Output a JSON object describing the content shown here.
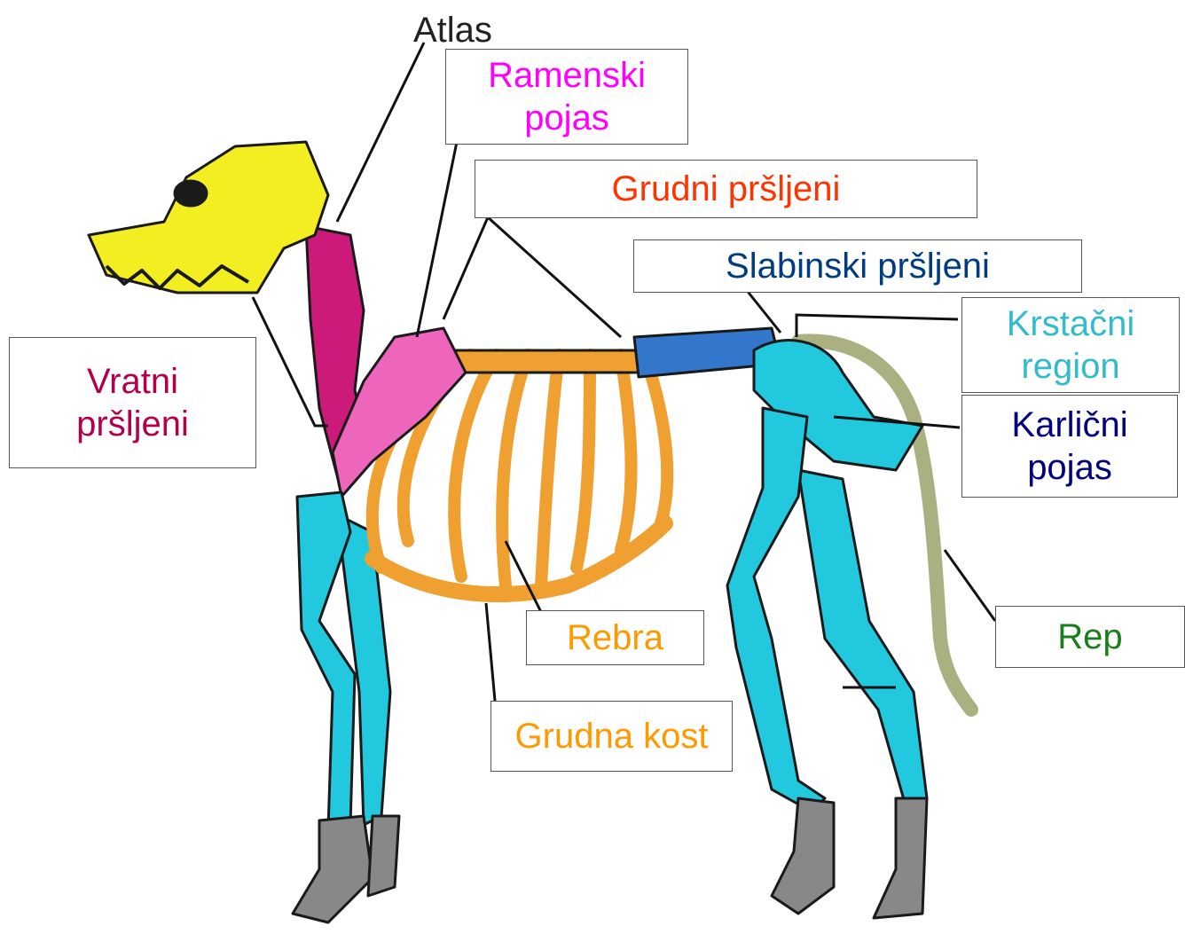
{
  "labels": {
    "atlas": {
      "text": "Atlas"
    },
    "ramenski": {
      "text": "Ramenski\npojas",
      "color": "#ff00ff"
    },
    "grudni": {
      "text": "Grudni pršljeni",
      "color": "#ff3300"
    },
    "slabinski": {
      "text": "Slabinski pršljeni",
      "color": "#003d80"
    },
    "krstacni": {
      "text": "Krstačni\nregion",
      "color": "#33bbcc"
    },
    "karlicni": {
      "text": "Karlični\npojas",
      "color": "#000080"
    },
    "vratni": {
      "text": "Vratni\npršljeni",
      "color": "#b3004d"
    },
    "rebra": {
      "text": "Rebra",
      "color": "#ff9900"
    },
    "grudna": {
      "text": "Grudna kost",
      "color": "#ff9900"
    },
    "rep": {
      "text": "Rep",
      "color": "#1a7f1a"
    }
  },
  "bone_colors": {
    "skull": "#f2ee22",
    "cervical": "#cc1a7a",
    "scapula": "#ee66bb",
    "ribs": "#f0a030",
    "lumbar": "#3377cc",
    "pelvis_limbs": "#22c8dd",
    "tail": "#aab080",
    "paws": "#888888"
  }
}
